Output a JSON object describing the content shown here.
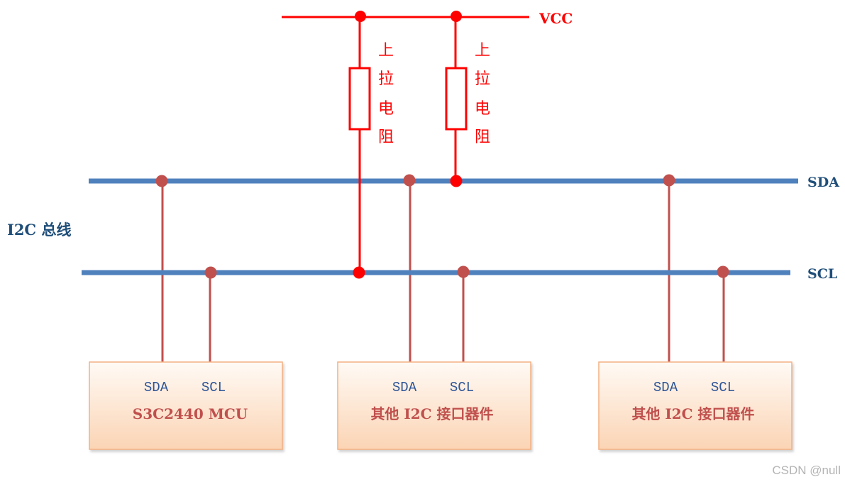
{
  "colors": {
    "bus": "#4f81bd",
    "power": "#ff0000",
    "device_wire": "#c0504d",
    "label_dark_blue": "#1f4e79",
    "pin_label": "#2e5597",
    "device_name": "#c0504d",
    "box_fill_top": "#fffaf5",
    "box_fill_bottom": "#fbd4b4",
    "box_border": "#f4b183",
    "watermark": "#b4b4b4"
  },
  "power": {
    "label": "VCC",
    "resistor_label_chars": [
      "上",
      "拉",
      "电",
      "阻"
    ],
    "resistor_connects_to": [
      "SCL",
      "SDA"
    ]
  },
  "bus": {
    "title": "I2C 总线",
    "lines": [
      {
        "name": "SDA",
        "label": "SDA"
      },
      {
        "name": "SCL",
        "label": "SCL"
      }
    ]
  },
  "devices": [
    {
      "name": "S3C2440 MCU",
      "pins": [
        "SDA",
        "SCL"
      ]
    },
    {
      "name": "其他 I2C 接口器件",
      "pins": [
        "SDA",
        "SCL"
      ]
    },
    {
      "name": "其他 I2C 接口器件",
      "pins": [
        "SDA",
        "SCL"
      ]
    }
  ],
  "watermark": "CSDN @null"
}
